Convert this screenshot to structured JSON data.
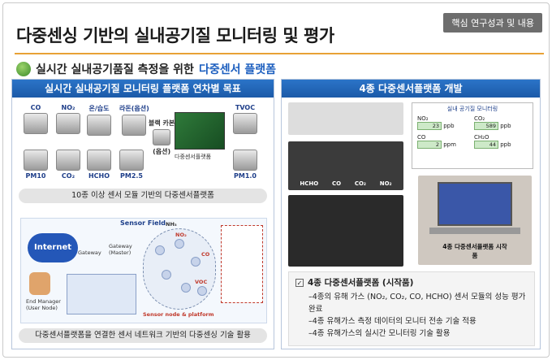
{
  "header": {
    "tag": "핵심 연구성과 및 내용",
    "title": "다중센싱 기반의 실내공기질 모니터링 및 평가"
  },
  "subtitle": {
    "prefix": "실시간 실내공기품질 측정을 위한",
    "highlight": "다중센서 플랫폼"
  },
  "left_panel": {
    "heading": "실시간 실내공기질 모니터링 플랫폼 연차별 목표",
    "sensors_top": [
      "CO",
      "NO₂",
      "온/습도",
      "라돈(옵션)",
      "TVOC"
    ],
    "sensors_bottom": [
      "PM10",
      "CO₂",
      "HCHO",
      "PM2.5",
      "PM1.0"
    ],
    "black_carbon": "블랙 카본",
    "black_carbon_opt": "(옵션)",
    "platform_label": "다중센서플랫폼",
    "caption1": "10종 이상 센서 모듈 기반의 다중센서플랫폼",
    "network": {
      "internet": "Internet",
      "sensor_field": "Sensor Field",
      "gateway": "Gateway",
      "gateway_master": "Gateway (Master)",
      "end_manager": "End Manager (User Node)",
      "node_platform": "Sensor node & platform",
      "nodes": [
        "NH₃",
        "NO₂",
        "CO",
        "VOC"
      ]
    },
    "caption2": "다중센서플랫폼을 연결한 센서 네트워크 기반의 다중센싱 기술 활용"
  },
  "right_panel": {
    "heading": "4종 다중센서플랫폼 개발",
    "board_labels": [
      "HCHO",
      "CO",
      "CO₂",
      "NO₂"
    ],
    "screen": {
      "title": "실내 공기질 모니터링",
      "readings": [
        {
          "name": "NO₂",
          "value": "23",
          "unit": "ppb"
        },
        {
          "name": "CO₂",
          "value": "589",
          "unit": "ppb"
        },
        {
          "name": "CO",
          "value": "2",
          "unit": "ppm"
        },
        {
          "name": "CH₂O",
          "value": "44",
          "unit": "ppb"
        }
      ]
    },
    "prototype_label": "4종 다중센서플랫폼 시작품",
    "list": {
      "title": "4종 다중센서플랫폼 (시작품)",
      "items": [
        "–4종의 유해 가스 (NO₂, CO₂, CO, HCHO) 센서 모듈의 성능 평가 완료",
        "–4종 유해가스 측정 데이터의 모니터 전송 기술 적용",
        "–4종 유해가스의 실시간 모니터링 기술 활용"
      ]
    }
  },
  "colors": {
    "accent": "#1d5fbf",
    "panel_header": "#1b5aa8",
    "underline": "#e8a236"
  }
}
